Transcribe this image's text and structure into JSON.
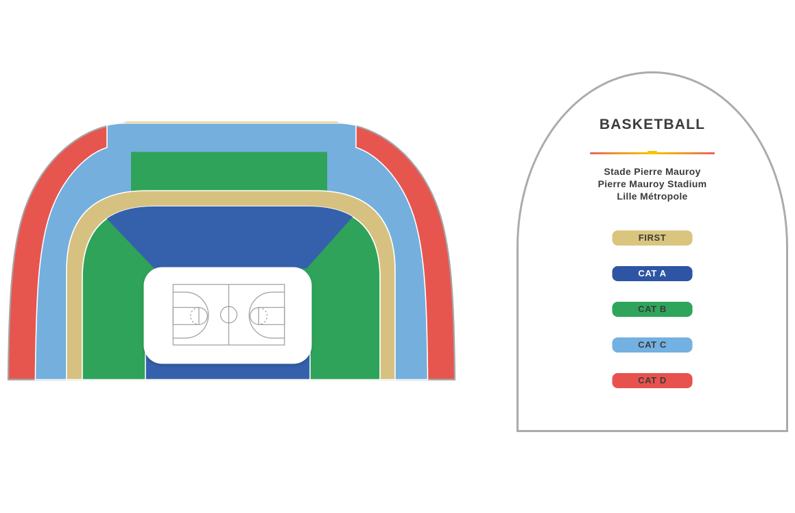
{
  "map": {
    "colors": {
      "cat_d": "#E6564F",
      "cat_c": "#74AFDE",
      "cat_b": "#2FA359",
      "first": "#D6C181",
      "cat_a": "#3560AC",
      "accent_top": "#F6A41F",
      "outline_gray": "#A5A5A5",
      "court_line": "#9D9D9D",
      "court_fill": "#FFFFFF"
    },
    "sections": {
      "outer_ring_label": "CAT D",
      "second_ring_label": "CAT C",
      "upper_block_label": "CAT B",
      "ring_label": "FIRST",
      "inner_bowl_label": "CAT B",
      "courtside_upper_label": "CAT A",
      "courtside_lower_label": "CAT A"
    },
    "court_label": "basketball-court"
  },
  "legend": {
    "title": "BASKETBALL",
    "venue_lines": [
      "Stade Pierre Mauroy",
      "Pierre Mauroy Stadium",
      "Lille Métropole"
    ],
    "categories": [
      {
        "label": "FIRST",
        "color": "#D9C57E",
        "text_color": "#3B3B3A"
      },
      {
        "label": "CAT A",
        "color": "#2D55A4",
        "text_color": "#FFFFFF"
      },
      {
        "label": "CAT B",
        "color": "#2EA55B",
        "text_color": "#3B3B3A"
      },
      {
        "label": "CAT C",
        "color": "#72B1E2",
        "text_color": "#3B3B3A"
      },
      {
        "label": "CAT D",
        "color": "#E8524E",
        "text_color": "#3B3B3A"
      }
    ],
    "divider_colors": {
      "edge": "#E8635B",
      "center": "#F5C400"
    }
  }
}
